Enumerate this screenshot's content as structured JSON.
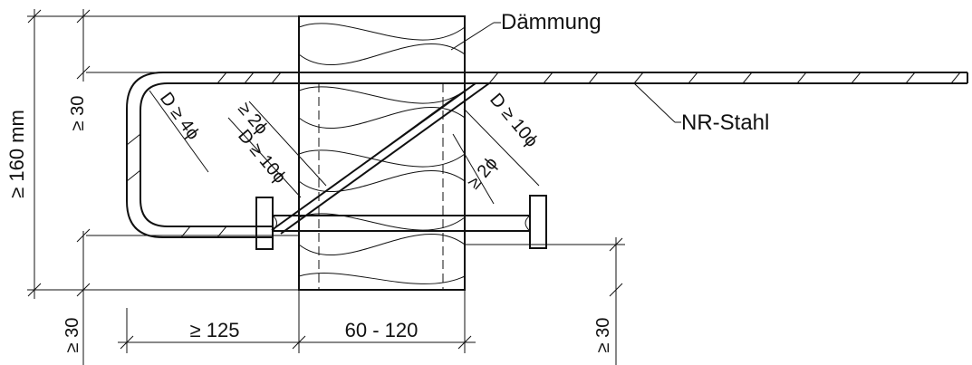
{
  "labels": {
    "insulation": "Dämmung",
    "steel": "NR-Stahl",
    "height_total": "≥ 160 mm",
    "cover_top": "≥ 30",
    "cover_bottom": "≥ 30",
    "cover_right": "≥ 30",
    "length_anchor": "≥ 125",
    "insulation_width": "60 - 120",
    "bend_inner": "D ≥ 4ϕ",
    "bend_diag_left": "D ≥ 10ϕ",
    "bend_diag_right": "D ≥ 10ϕ",
    "gap_left": "≥ 2ϕ",
    "gap_right": "≥ 2ϕ"
  }
}
